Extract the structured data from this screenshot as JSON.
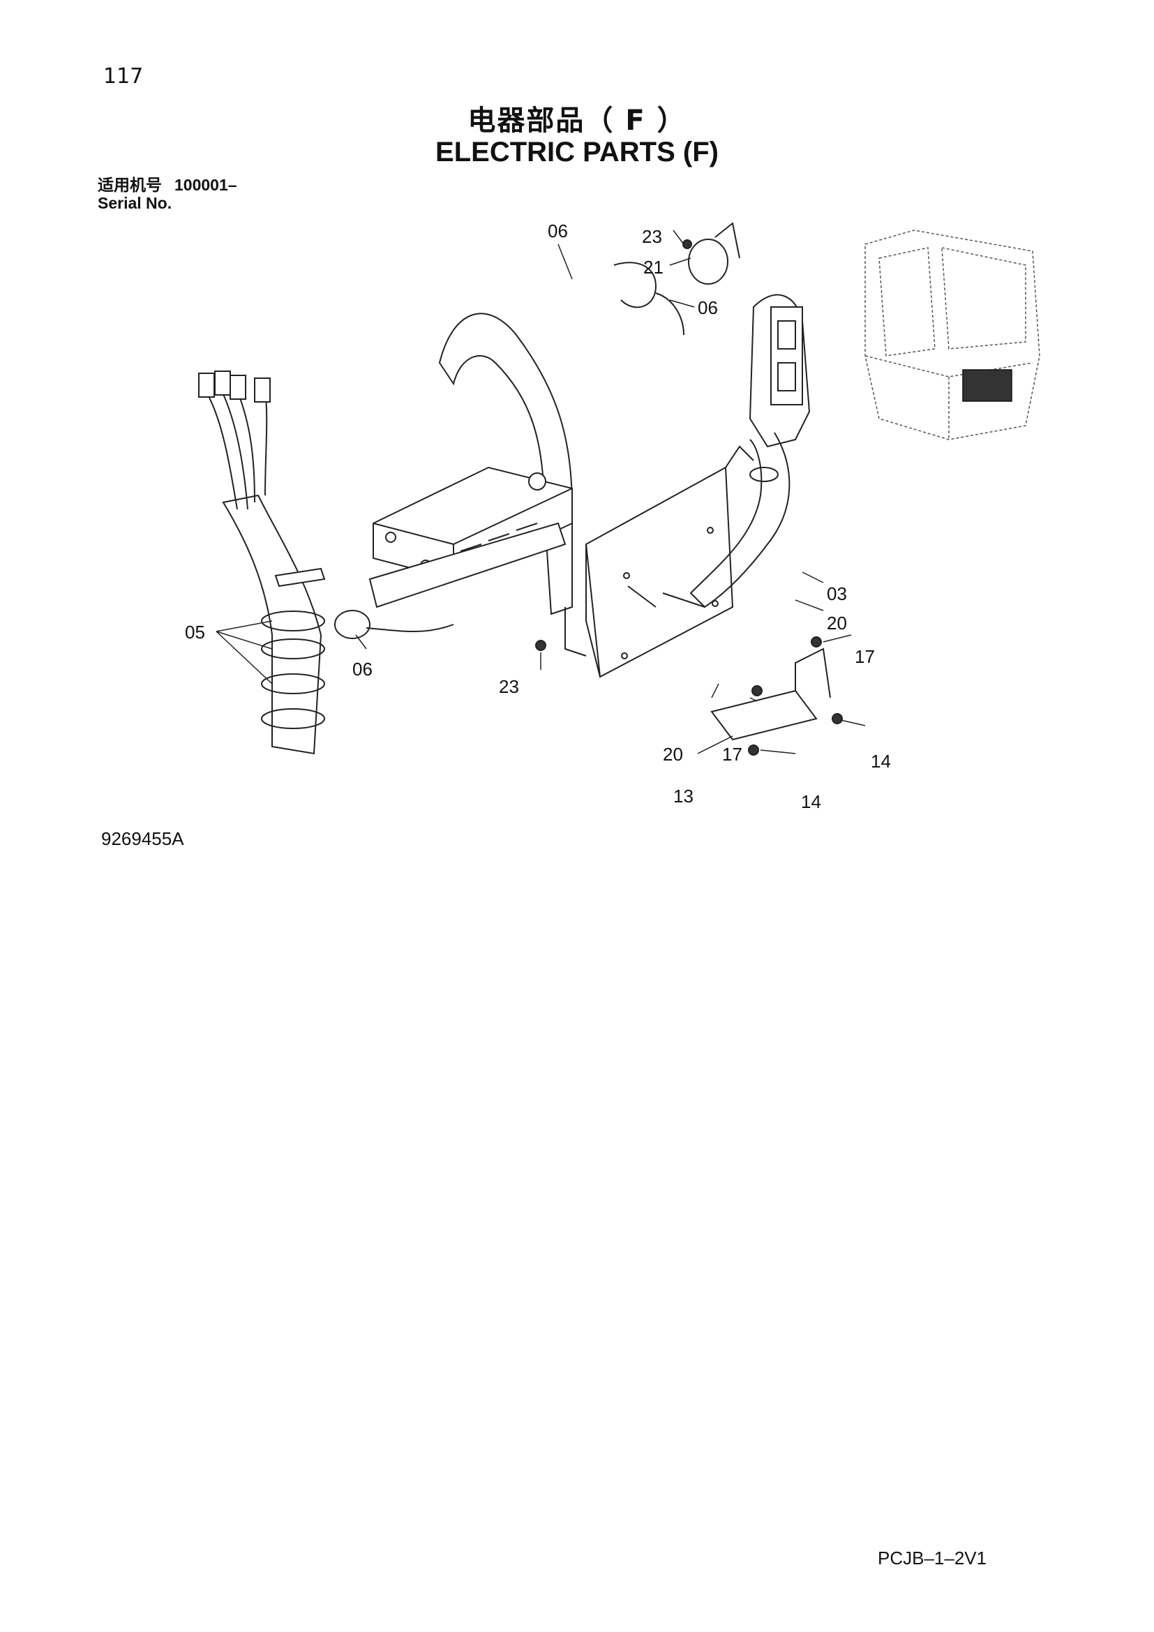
{
  "header": {
    "page_number": "117",
    "title_cn": "电器部品（ F ）",
    "title_en": "ELECTRIC PARTS (F)"
  },
  "serial": {
    "label_cn": "适用机号",
    "range": "100001–",
    "label_en": "Serial No."
  },
  "drawing": {
    "callouts": [
      "06",
      "23",
      "21",
      "06",
      "03",
      "20",
      "17",
      "14",
      "14",
      "13",
      "17",
      "20",
      "23",
      "06",
      "05"
    ]
  },
  "footer": {
    "diagram_number": "9269455A",
    "doc_code": "PCJB–1–2V1"
  }
}
